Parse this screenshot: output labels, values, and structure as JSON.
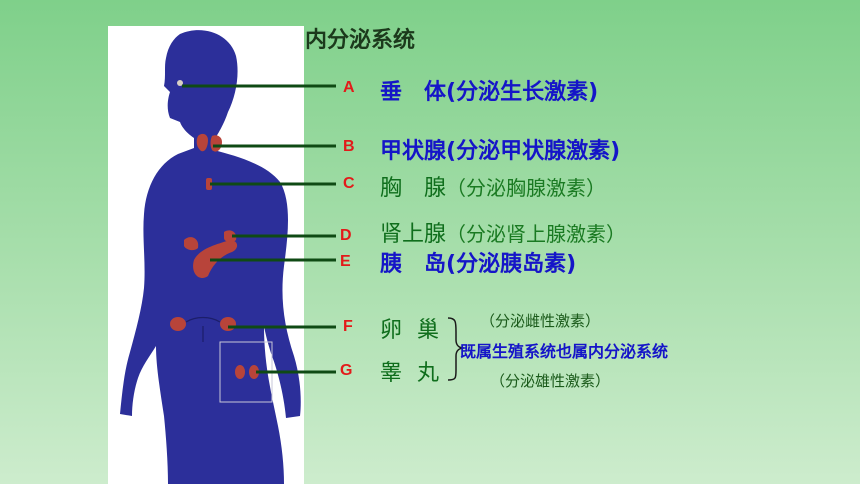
{
  "title": "内分泌系统",
  "labels": [
    {
      "letter": "A",
      "organ": "垂　体",
      "note": "(分泌生长激素)"
    },
    {
      "letter": "B",
      "organ": "甲状腺",
      "note": "(分泌甲状腺激素)"
    },
    {
      "letter": "C",
      "organ": "胸　腺",
      "note": "（分泌胸腺激素）"
    },
    {
      "letter": "D",
      "organ": "肾上腺",
      "note": "（分泌肾上腺激素）"
    },
    {
      "letter": "E",
      "organ": "胰　岛",
      "note": "(分泌胰岛素)"
    },
    {
      "letter": "F",
      "organ": "卵 巢"
    },
    {
      "letter": "G",
      "organ": "睾 丸"
    }
  ],
  "notes": {
    "female_hormone": "（分泌雌性激素）",
    "male_hormone": "（分泌雄性激素）",
    "dual_system": "既属生殖系统也属内分泌系统"
  },
  "colors": {
    "body": "#2c2f9a",
    "organ": "#b8443a",
    "leader_line": "#0f4a14",
    "letter": "#e31a1a"
  }
}
